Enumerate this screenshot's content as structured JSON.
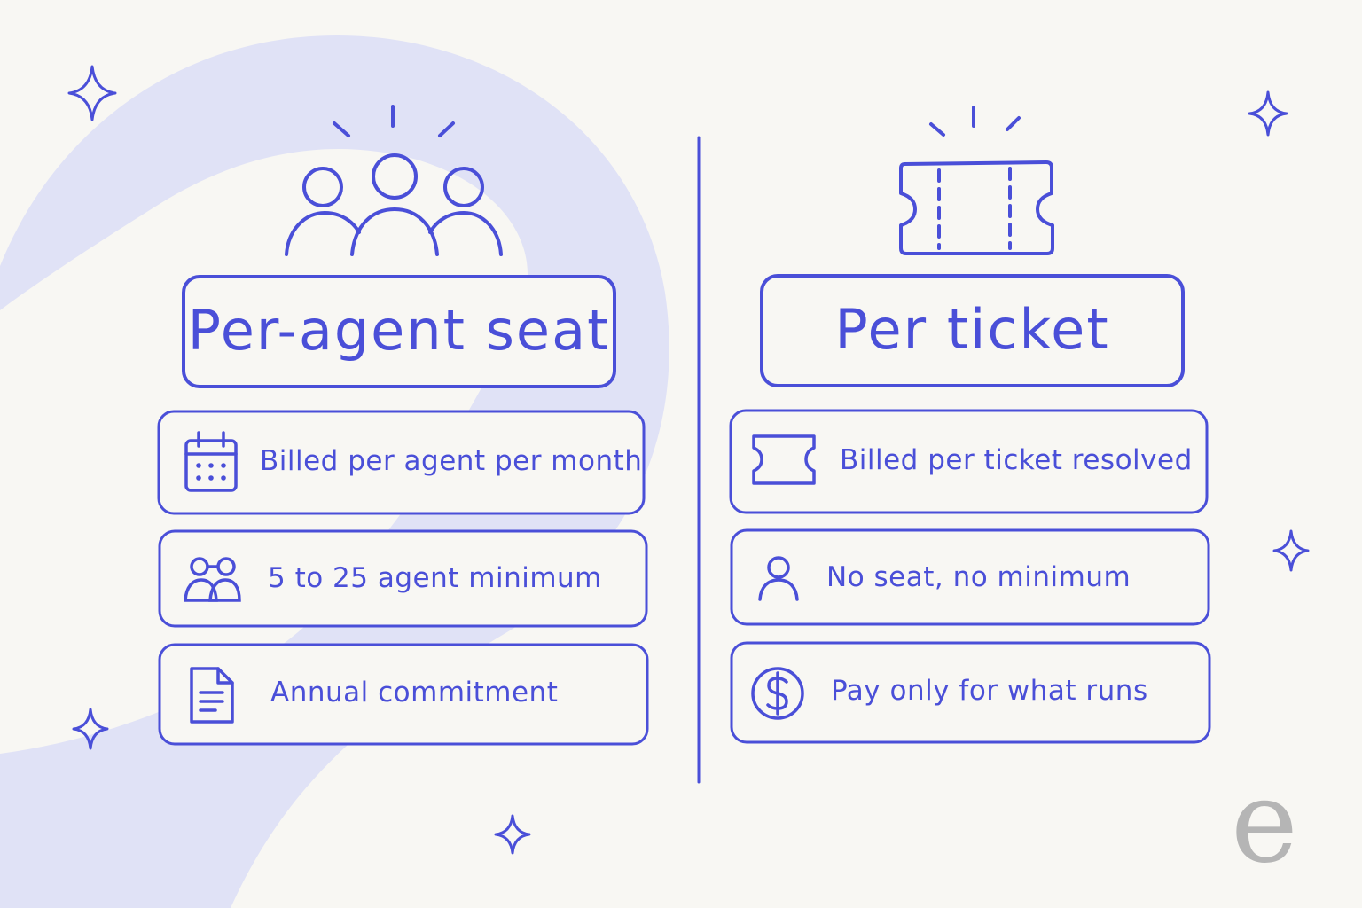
{
  "colors": {
    "background": "#f8f7f3",
    "ink": "#4a4fd8",
    "blob": "#e0e2f6",
    "brand": "#b5b5b5"
  },
  "left": {
    "title": "Per-agent seat",
    "title_icon": "group-of-people-icon",
    "items": [
      {
        "icon": "calendar-icon",
        "label": "Billed per agent per month"
      },
      {
        "icon": "two-people-icon",
        "label": "5 to 25 agent minimum"
      },
      {
        "icon": "document-icon",
        "label": "Annual commitment"
      }
    ]
  },
  "right": {
    "title": "Per ticket",
    "title_icon": "ticket-icon",
    "items": [
      {
        "icon": "ticket-icon",
        "label": "Billed per ticket resolved"
      },
      {
        "icon": "person-icon",
        "label": "No seat, no minimum"
      },
      {
        "icon": "dollar-coin-icon",
        "label": "Pay only for what runs"
      }
    ]
  },
  "decorations": [
    "sparkle-icon",
    "sparkle-icon",
    "sparkle-icon",
    "sparkle-icon",
    "sparkle-icon"
  ],
  "brand": {
    "logo_letter": "e",
    "logo_icon": "brand-logo-icon"
  }
}
